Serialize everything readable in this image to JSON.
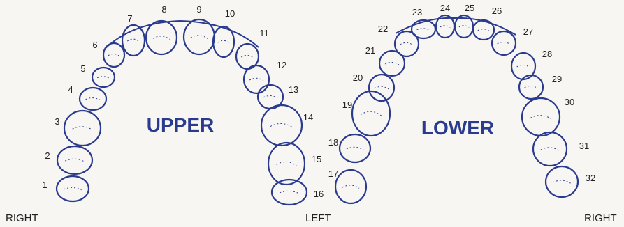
{
  "colors": {
    "ink": "#2a3a8f",
    "text": "#222222",
    "background": "#f7f6f3"
  },
  "upper_arch": {
    "title": "UPPER",
    "teeth": [
      {
        "number": "1"
      },
      {
        "number": "2"
      },
      {
        "number": "3"
      },
      {
        "number": "4"
      },
      {
        "number": "5"
      },
      {
        "number": "6"
      },
      {
        "number": "7"
      },
      {
        "number": "8"
      },
      {
        "number": "9"
      },
      {
        "number": "10"
      },
      {
        "number": "11"
      },
      {
        "number": "12"
      },
      {
        "number": "13"
      },
      {
        "number": "14"
      },
      {
        "number": "15"
      },
      {
        "number": "16"
      }
    ]
  },
  "lower_arch": {
    "title": "LOWER",
    "teeth": [
      {
        "number": "17"
      },
      {
        "number": "18"
      },
      {
        "number": "19"
      },
      {
        "number": "20"
      },
      {
        "number": "21"
      },
      {
        "number": "22"
      },
      {
        "number": "23"
      },
      {
        "number": "24"
      },
      {
        "number": "25"
      },
      {
        "number": "26"
      },
      {
        "number": "27"
      },
      {
        "number": "28"
      },
      {
        "number": "29"
      },
      {
        "number": "30"
      },
      {
        "number": "31"
      },
      {
        "number": "32"
      }
    ]
  },
  "labels": {
    "right_upper": "RIGHT",
    "left": "LEFT",
    "right_lower": "RIGHT"
  }
}
